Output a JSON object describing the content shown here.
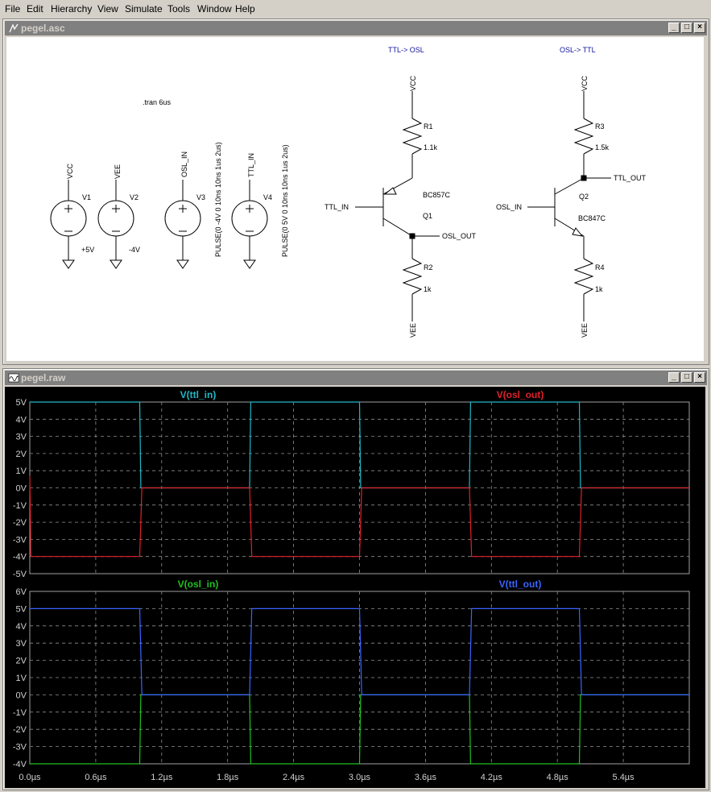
{
  "menu": [
    "File",
    "Edit",
    "Hierarchy",
    "View",
    "Simulate",
    "Tools",
    "Window",
    "Help"
  ],
  "schematic_window": {
    "title": "pegel.asc",
    "directive": ".tran 6us",
    "header_left": "TTL-> OSL",
    "header_right": "OSL-> TTL",
    "sources": [
      {
        "net": "VCC",
        "ref": "V1",
        "value": "+5V"
      },
      {
        "net": "VEE",
        "ref": "V2",
        "value": "-4V"
      },
      {
        "net": "OSL_IN",
        "ref": "V3",
        "value": "PULSE(0 -4V 0 10ns 10ns 1us 2us)"
      },
      {
        "net": "TTL_IN",
        "ref": "V4",
        "value": "PULSE(0 5V 0 10ns 10ns 1us 2us)"
      }
    ],
    "circuit1": {
      "vcc": "VCC",
      "vee": "VEE",
      "r1_ref": "R1",
      "r1_val": "1.1k",
      "q_model": "BC857C",
      "q_ref": "Q1",
      "in_label": "TTL_IN",
      "out_label": "OSL_OUT",
      "r2_ref": "R2",
      "r2_val": "1k"
    },
    "circuit2": {
      "vcc": "VCC",
      "vee": "VEE",
      "r3_ref": "R3",
      "r3_val": "1.5k",
      "q_ref": "Q2",
      "q_model": "BC847C",
      "in_label": "OSL_IN",
      "out_label": "TTL_OUT",
      "r4_ref": "R4",
      "r4_val": "1k"
    }
  },
  "waveform_window": {
    "title": "pegel.raw",
    "x_ticks": [
      "0.0µs",
      "0.6µs",
      "1.2µs",
      "1.8µs",
      "2.4µs",
      "3.0µs",
      "3.6µs",
      "4.2µs",
      "4.8µs",
      "5.4µs"
    ],
    "pane1": {
      "y_ticks": [
        "5V",
        "4V",
        "3V",
        "2V",
        "1V",
        "0V",
        "-1V",
        "-2V",
        "-3V",
        "-4V",
        "-5V"
      ],
      "traces": [
        {
          "name": "V(ttl_in)",
          "color": "#1fb8c6"
        },
        {
          "name": "V(osl_out)",
          "color": "#e0202a"
        }
      ]
    },
    "pane2": {
      "y_ticks": [
        "6V",
        "5V",
        "4V",
        "3V",
        "2V",
        "1V",
        "0V",
        "-1V",
        "-2V",
        "-3V",
        "-4V"
      ],
      "traces": [
        {
          "name": "V(osl_in)",
          "color": "#20c020"
        },
        {
          "name": "V(ttl_out)",
          "color": "#3a64ff"
        }
      ]
    }
  },
  "chart_data": [
    {
      "type": "line",
      "title": "",
      "xlabel": "",
      "ylabel": "",
      "xlim": [
        0,
        6
      ],
      "ylim": [
        -5,
        5
      ],
      "x_unit": "µs",
      "series": [
        {
          "name": "V(ttl_in)",
          "x": [
            0,
            1.0,
            1.01,
            2.0,
            2.01,
            3.0,
            3.01,
            4.0,
            4.01,
            5.0,
            5.01,
            6.0
          ],
          "y": [
            5,
            5,
            0,
            0,
            5,
            5,
            0,
            0,
            5,
            5,
            0,
            0
          ]
        },
        {
          "name": "V(osl_out)",
          "x": [
            0,
            0.01,
            1.0,
            1.02,
            2.0,
            2.02,
            3.0,
            3.02,
            4.0,
            4.02,
            5.0,
            5.02,
            6.0
          ],
          "y": [
            0.7,
            -4,
            -4,
            0,
            0,
            -4,
            -4,
            0,
            0,
            -4,
            -4,
            0,
            0
          ]
        }
      ]
    },
    {
      "type": "line",
      "title": "",
      "xlabel": "",
      "ylabel": "",
      "xlim": [
        0,
        6
      ],
      "ylim": [
        -4,
        6
      ],
      "x_unit": "µs",
      "series": [
        {
          "name": "V(osl_in)",
          "x": [
            0,
            1.0,
            1.01,
            2.0,
            2.01,
            3.0,
            3.01,
            4.0,
            4.01,
            5.0,
            5.01,
            6.0
          ],
          "y": [
            -4,
            -4,
            0,
            0,
            -4,
            -4,
            0,
            0,
            -4,
            -4,
            0,
            0
          ]
        },
        {
          "name": "V(ttl_out)",
          "x": [
            0,
            1.0,
            1.02,
            2.0,
            2.02,
            3.0,
            3.02,
            4.0,
            4.02,
            5.0,
            5.02,
            6.0
          ],
          "y": [
            5,
            5,
            0,
            0,
            5,
            5,
            0,
            0,
            5,
            5,
            0,
            0
          ]
        }
      ]
    }
  ]
}
